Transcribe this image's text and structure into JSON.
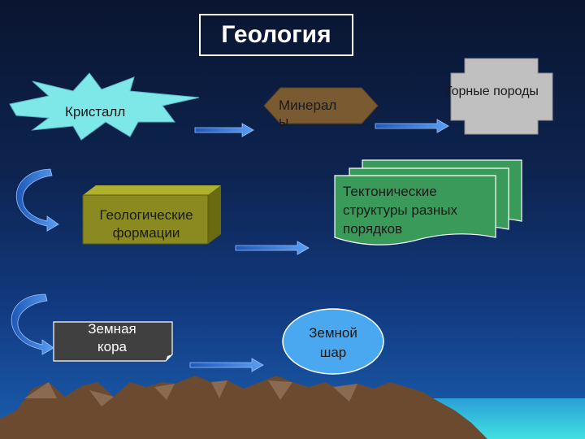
{
  "title": "Геология",
  "nodes": {
    "crystal": "Кристалл",
    "mineral_line1": "Минерал",
    "mineral_line2": "ы",
    "rocks": "Горные породы",
    "formations_line1": "Геологические",
    "formations_line2": "формации",
    "tectonic_line1": "Тектонические",
    "tectonic_line2": "структуры разных",
    "tectonic_line3": "порядков",
    "crust_line1": "Земная",
    "crust_line2": "кора",
    "globe_line1": "Земной",
    "globe_line2": "шар"
  },
  "colors": {
    "crystal_fill": "#7ee8e8",
    "mineral_fill": "#7a5a30",
    "rocks_fill": "#c0c0c0",
    "formations_fill": "#8a8a20",
    "tectonic_fill": "#3a9a5a",
    "crust_fill": "#404040",
    "globe_fill": "#4aa8f0",
    "arrow_fill": "#3a7ad8"
  }
}
